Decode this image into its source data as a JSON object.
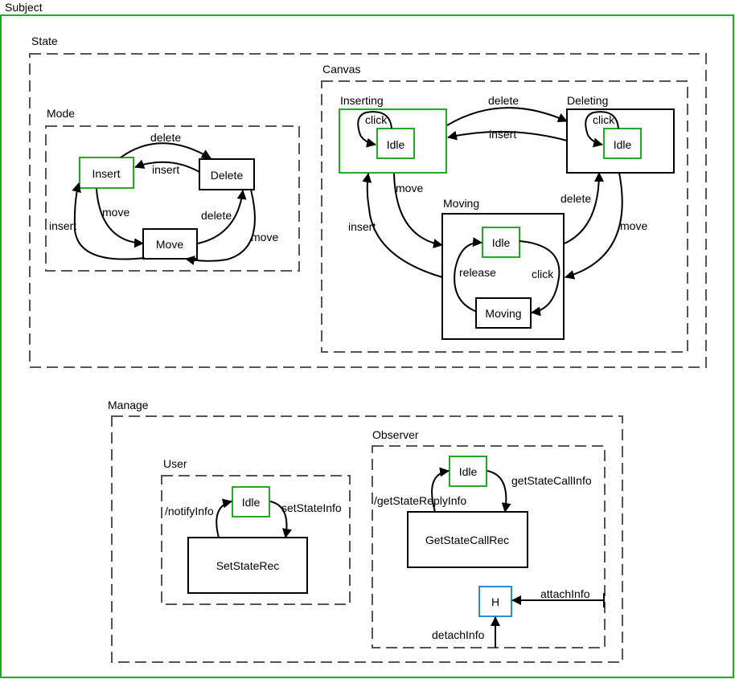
{
  "regions": {
    "subject": "Subject",
    "state": "State",
    "mode": "Mode",
    "canvas": "Canvas",
    "manage": "Manage",
    "user": "User",
    "observer": "Observer"
  },
  "mode": {
    "insert": "Insert",
    "delete": "Delete",
    "move": "Move",
    "edges": {
      "insert_to_delete": "delete",
      "delete_to_insert": "insert",
      "insert_to_move": "move",
      "move_to_delete": "delete",
      "move_to_insert": "insert",
      "delete_to_move": "move"
    }
  },
  "canvas": {
    "inserting": {
      "label": "Inserting",
      "idle": "Idle",
      "self_loop": "click"
    },
    "deleting": {
      "label": "Deleting",
      "idle": "Idle",
      "self_loop": "click"
    },
    "moving": {
      "label": "Moving",
      "idle": "Idle",
      "inner_state": "Moving",
      "click": "click",
      "release": "release"
    },
    "edges": {
      "inserting_to_deleting": "delete",
      "deleting_to_inserting": "insert",
      "inserting_to_moving": "move",
      "moving_to_inserting": "insert",
      "moving_to_deleting": "delete",
      "deleting_to_moving": "move"
    }
  },
  "user": {
    "idle": "Idle",
    "state": "SetStateRec",
    "to_state": "setStateInfo",
    "to_idle": "/notifyInfo"
  },
  "observer": {
    "idle": "Idle",
    "state": "GetStateCallRec",
    "to_state": "getStateCallInfo",
    "to_idle": "/getStateReplyInfo",
    "history": "H",
    "attach": "attachInfo",
    "detach": "detachInfo"
  },
  "colors": {
    "initial_state_border": "#22aa22",
    "history_border": "#2a8ccf",
    "subject_border": "#22aa22",
    "region_dash": "#555555"
  }
}
